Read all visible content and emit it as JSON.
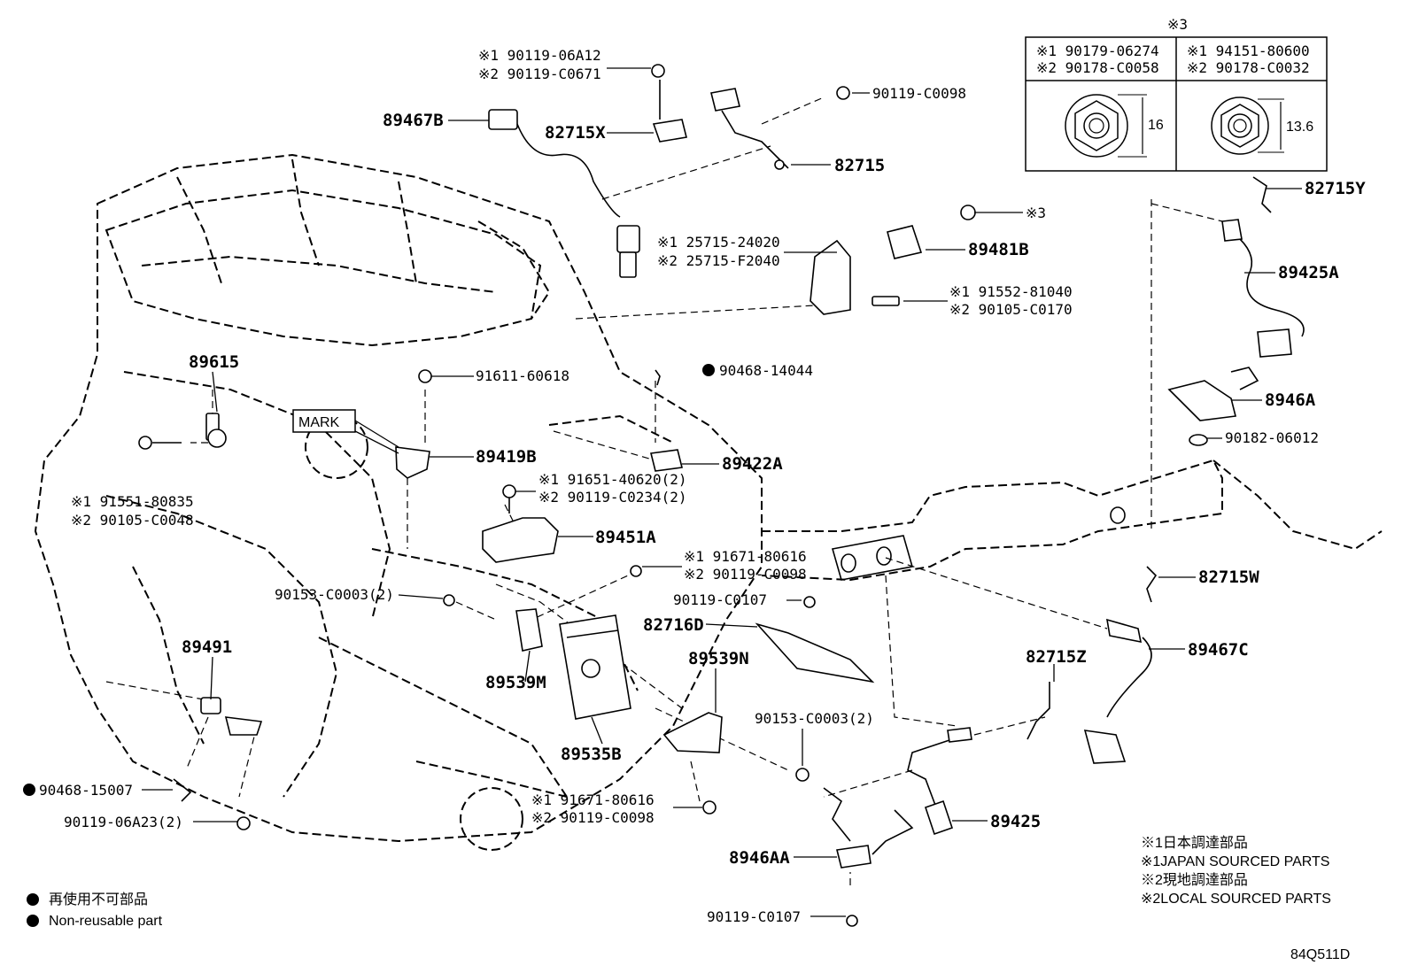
{
  "callouts": {
    "c89467B": "89467B",
    "c82715X": "82715X",
    "c82715": "82715",
    "c90119C0098": "90119-C0098",
    "c90119_06A12": "※1 90119-06A12",
    "c90119_C0671": "※2 90119-C0671",
    "c25715_24020": "※1 25715-24020",
    "c25715_F2040": "※2 25715-F2040",
    "c89481B": "89481B",
    "c3ref": "※3",
    "c91552": "※1 91552-81040",
    "c90105_C0170": "※2 90105-C0170",
    "c89615": "89615",
    "c91611": "91611-60618",
    "c90468_14044": "90468-14044",
    "cMARK": "MARK",
    "c89419B": "89419B",
    "c89422A": "89422A",
    "c91551": "※1 91551-80835",
    "c90105_C0048": "※2 90105-C0048",
    "c91651": "※1 91651-40620(2)",
    "c90119_C0234": "※2 90119-C0234(2)",
    "c89451A": "89451A",
    "c91671_a": "※1 91671-80616",
    "c90119_C0098_a": "※2 90119-C0098",
    "c90153_a": "90153-C0003(2)",
    "c90119_C0107_a": "90119-C0107",
    "c82716D": "82716D",
    "c89491": "89491",
    "c89539M": "89539M",
    "c89539N": "89539N",
    "c90153_b": "90153-C0003(2)",
    "c89535B": "89535B",
    "c90468_15007": "90468-15007",
    "c90119_06A23": "90119-06A23(2)",
    "c91671_b": "※1 91671-80616",
    "c90119_C0098_b": "※2 90119-C0098",
    "c8946AA": "8946AA",
    "c90119_C0107_b": "90119-C0107",
    "c89425": "89425",
    "c82715Z": "82715Z",
    "c82715W": "82715W",
    "c89467C": "89467C",
    "c82715Y": "82715Y",
    "c89425A": "89425A",
    "c8946A": "8946A",
    "c90182": "90182-06012"
  },
  "nut_table": {
    "title": "※3",
    "left_row1": "※1 90179-06274",
    "left_row2": "※2 90178-C0058",
    "right_row1": "※1 94151-80600",
    "right_row2": "※2 90178-C0032",
    "left_dim": "16",
    "right_dim": "13.6"
  },
  "legend": {
    "jp_non_reusable": "再使用不可部品",
    "non_reusable": "Non-reusable part",
    "jp_japan": "※1日本調達部品",
    "japan": "※1JAPAN SOURCED PARTS",
    "jp_local": "※2現地調達部品",
    "local": "※2LOCAL SOURCED PARTS"
  },
  "drawing_code": "84Q511D"
}
